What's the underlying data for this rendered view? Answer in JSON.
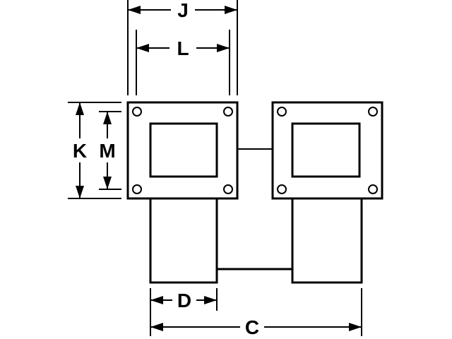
{
  "diagram": {
    "labels": {
      "j": "J",
      "l": "L",
      "k": "K",
      "m": "M",
      "d": "D",
      "c": "C"
    },
    "colors": {
      "ink": "#000000",
      "background": "#ffffff"
    }
  }
}
